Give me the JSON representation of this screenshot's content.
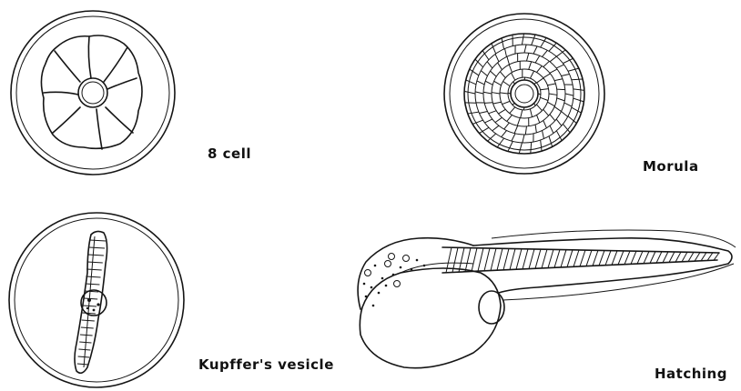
{
  "panels": [
    {
      "id": "8-cell",
      "label": "8 cell"
    },
    {
      "id": "morula",
      "label": "Morula"
    },
    {
      "id": "kupffers-vesicle",
      "label": "Kupffer's vesicle"
    },
    {
      "id": "hatching",
      "label": "Hatching"
    }
  ],
  "colors": {
    "ink": "#151515",
    "background": "#ffffff"
  }
}
